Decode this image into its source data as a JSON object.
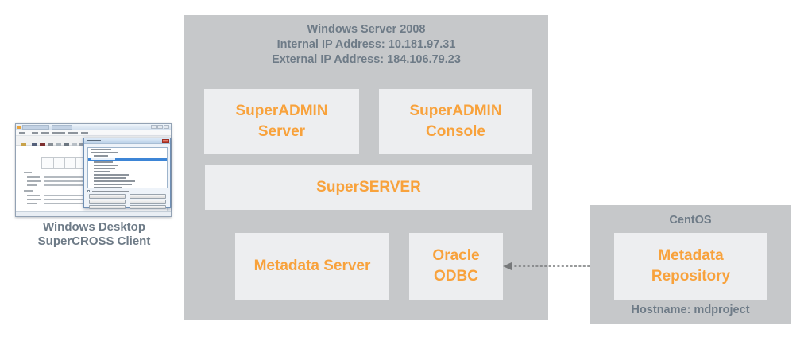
{
  "client": {
    "caption_line1": "Windows Desktop",
    "caption_line2": "SuperCROSS Client",
    "thumbnail_description": "SuperCROSS desktop application window with toolbar, cross-tabulation table and an open fields dialog"
  },
  "windows_server": {
    "title": "Windows Server 2008",
    "internal_ip": "Internal IP Address: 10.181.97.31",
    "external_ip": "External IP Address: 184.106.79.23",
    "boxes": {
      "superadmin_server": "SuperADMIN Server",
      "superadmin_console": "SuperADMIN Console",
      "superserver": "SuperSERVER",
      "metadata_server": "Metadata Server",
      "oracle_odbc": "Oracle ODBC"
    }
  },
  "centos": {
    "title": "CentOS",
    "box_metadata_repository": "Metadata Repository",
    "hostname": "Hostname: mdproject"
  },
  "connection": {
    "type": "dashed-double-headed-arrow",
    "from": "Oracle ODBC",
    "to": "Metadata Repository"
  },
  "colors": {
    "group_background": "#c6c8ca",
    "component_background": "#edeef0",
    "component_text_orange": "#f8a23c",
    "label_text_slate": "#6e7b87",
    "arrow_gray": "#76787a",
    "page_background": "#ffffff"
  }
}
